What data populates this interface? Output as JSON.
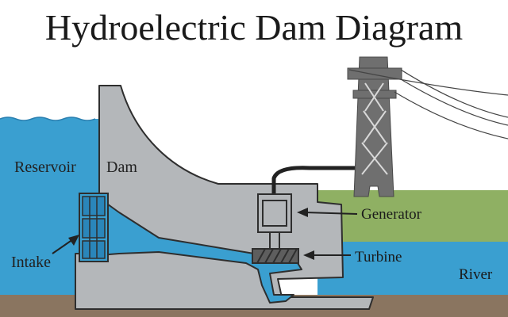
{
  "title": "Hydroelectric Dam Diagram",
  "labels": {
    "reservoir": "Reservoir",
    "dam": "Dam",
    "intake": "Intake",
    "generator": "Generator",
    "turbine": "Turbine",
    "river": "River"
  },
  "colors": {
    "water": "#3a9fd0",
    "water_dark": "#2a7fb0",
    "concrete": "#b4b7ba",
    "outline": "#2e2e2e",
    "grass": "#8fb063",
    "ground": "#8a7560",
    "tower": "#6f6f6f"
  }
}
